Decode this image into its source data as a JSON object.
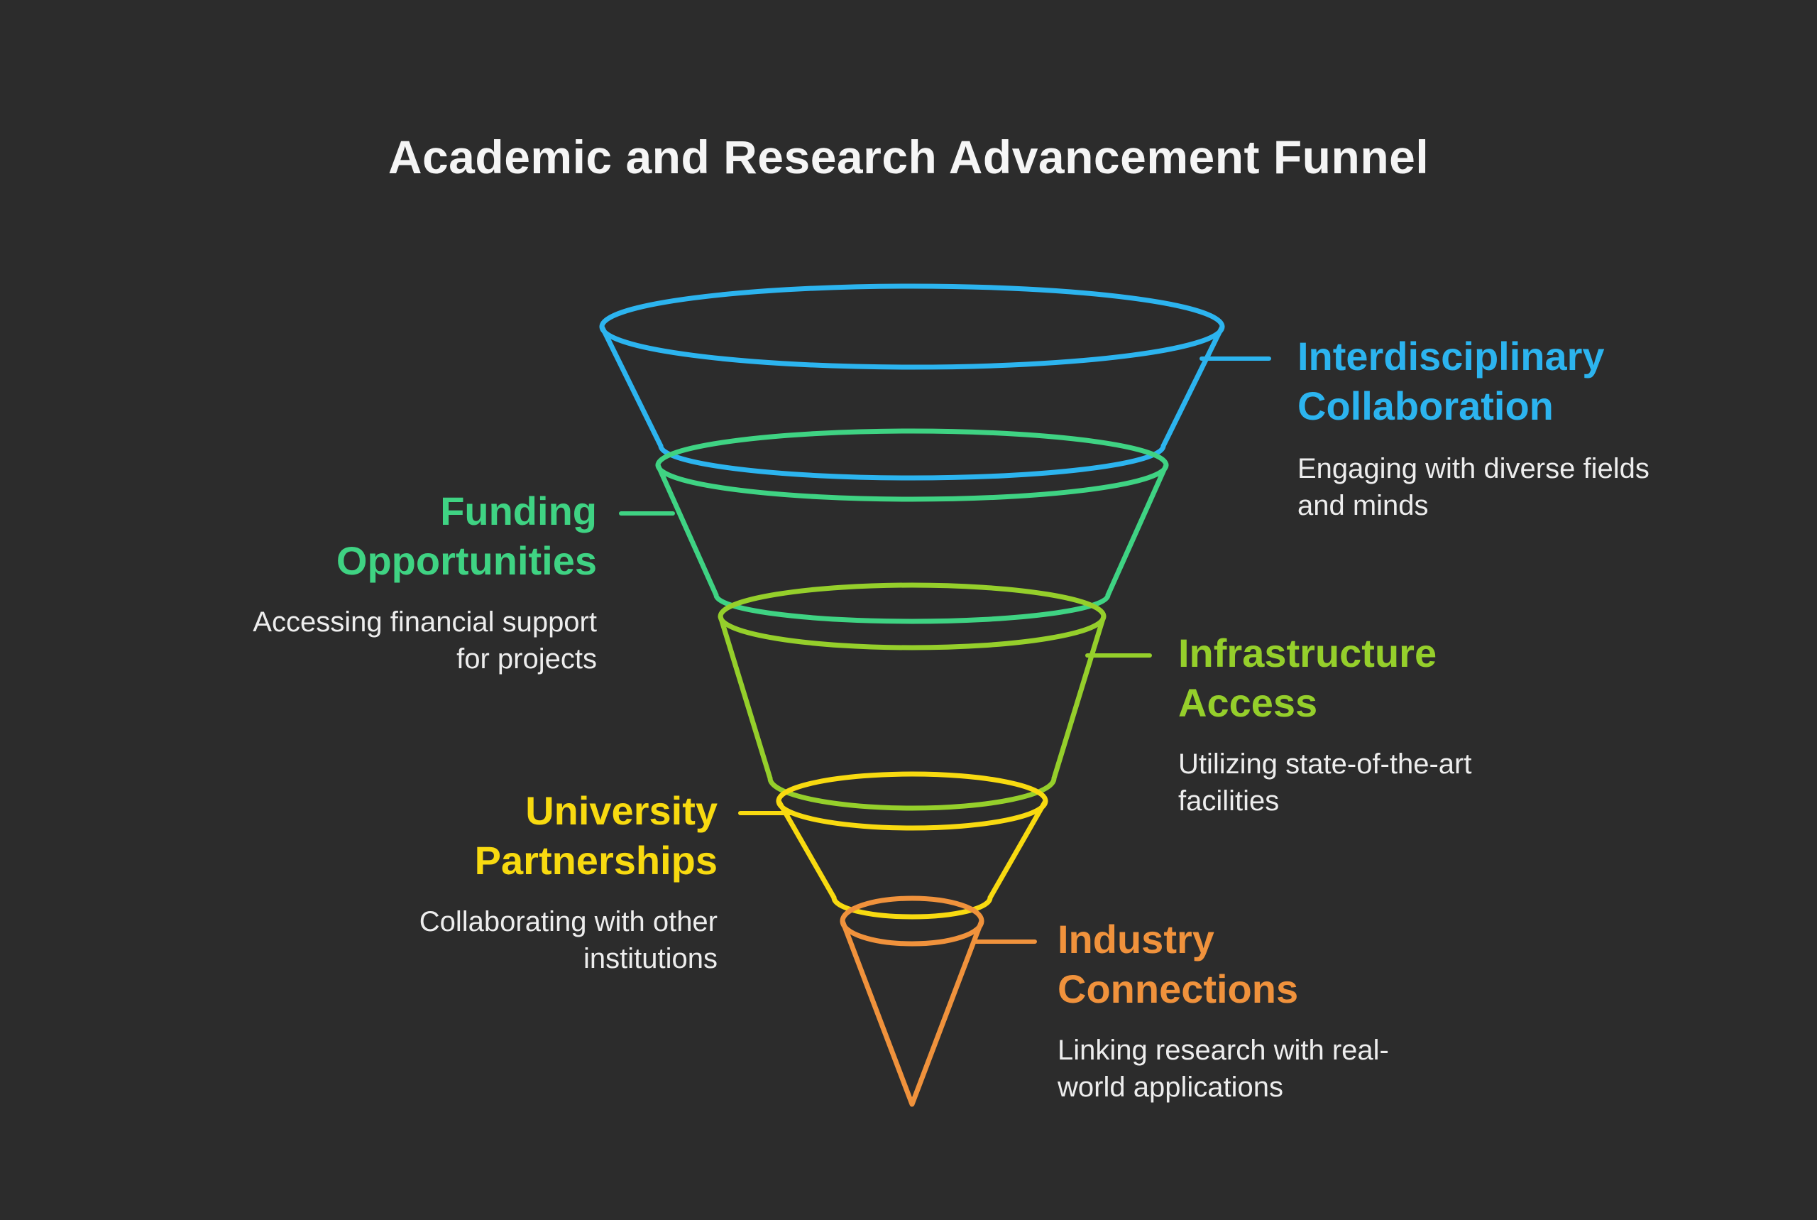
{
  "title": "Academic and Research Advancement Funnel",
  "colors": {
    "background": "#2C2C2C",
    "title_text": "#F5F5F5",
    "description_text": "#EDEDED"
  },
  "stages": [
    {
      "name": "Interdisciplinary Collaboration",
      "label_lines": [
        "Interdisciplinary",
        "Collaboration"
      ],
      "description_lines": [
        "Engaging with diverse fields",
        "and minds"
      ],
      "color": "#2CB4EF",
      "label_side": "right"
    },
    {
      "name": "Funding Opportunities",
      "label_lines": [
        "Funding",
        "Opportunities"
      ],
      "description_lines": [
        "Accessing financial support",
        "for projects"
      ],
      "color": "#3FD383",
      "label_side": "left"
    },
    {
      "name": "Infrastructure Access",
      "label_lines": [
        "Infrastructure",
        "Access"
      ],
      "description_lines": [
        "Utilizing state-of-the-art",
        "facilities"
      ],
      "color": "#95CF2B",
      "label_side": "right"
    },
    {
      "name": "University Partnerships",
      "label_lines": [
        "University",
        "Partnerships"
      ],
      "description_lines": [
        "Collaborating with other",
        "institutions"
      ],
      "color": "#F8DA10",
      "label_side": "left"
    },
    {
      "name": "Industry Connections",
      "label_lines": [
        "Industry",
        "Connections"
      ],
      "description_lines": [
        "Linking research with real-",
        "world applications"
      ],
      "color": "#F0923C",
      "label_side": "right"
    }
  ]
}
